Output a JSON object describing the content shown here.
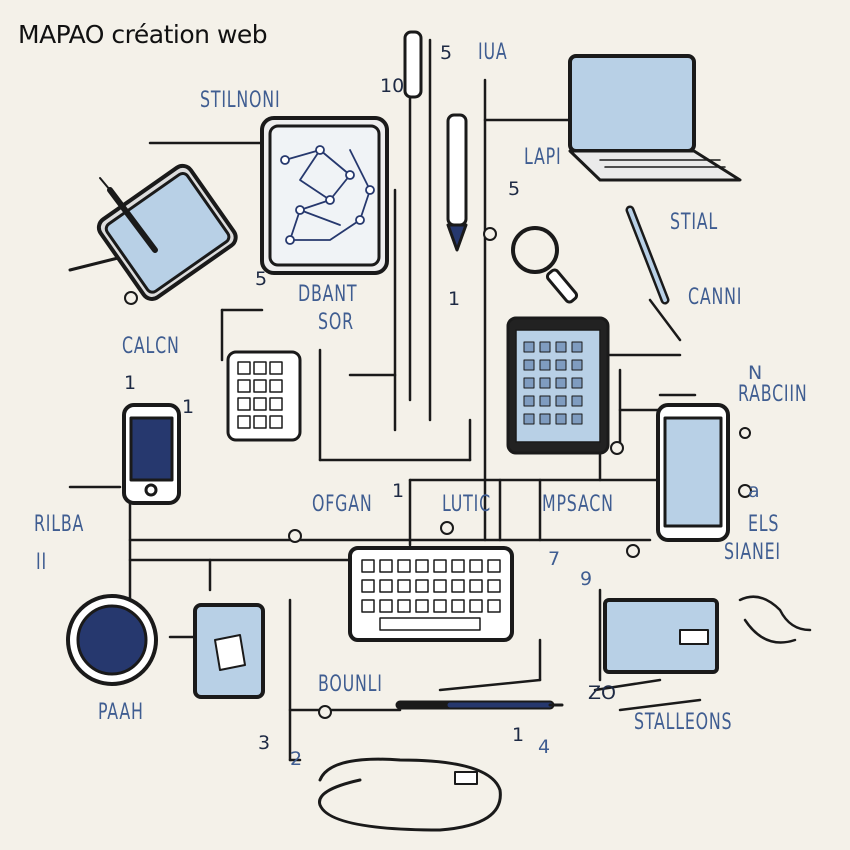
{
  "brand": {
    "text": "MAPAO création web"
  },
  "labels": {
    "stlnoni": "STILNONI",
    "lapi": "LAPI",
    "stial": "STIAL",
    "cannl": "CANNI",
    "rabclin": "RABCIIN",
    "dbant": "DBANT",
    "sor": "SOR",
    "calcn": "CALCN",
    "rilba": "RILBA",
    "ll": "II",
    "organ": "OFGAN",
    "lutic": "LUTIC",
    "mpsacn": "MPSACN",
    "els": "ELS",
    "sianel": "SIANEI",
    "bounlji": "BOUNLI",
    "stallons": "STALLEONS",
    "paah": "PAAH",
    "iua": "IUA"
  },
  "markers": {
    "m10": "10",
    "m5a": "5",
    "m5b": "5",
    "m5c": "5",
    "m1a": "1",
    "m1b": "1",
    "m1c": "1",
    "m1d": "1",
    "m1e": "1",
    "m3": "3",
    "m2": "2",
    "m7": "7",
    "m9": "9",
    "m4": "4",
    "mN": "N",
    "ma": "a",
    "mzo": "ZO"
  },
  "colors": {
    "background": "#f4f1e9",
    "ink": "#1a1a1a",
    "screen": "#b8d0e6",
    "label": "#3f5d91",
    "navy": "#26386e"
  }
}
